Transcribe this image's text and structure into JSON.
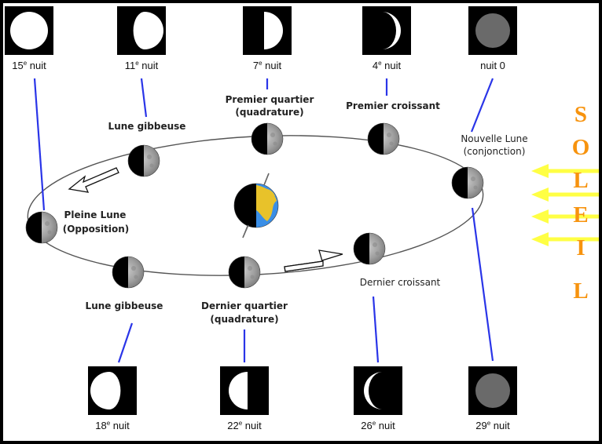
{
  "diagram": {
    "title": "Phases de la Lune",
    "colors": {
      "connector": "#2a35e8",
      "sun_text": "#f7930e",
      "sun_rays": "#ffff44",
      "new_moon_disc": "#6a6a6a",
      "phase_box": "#000000",
      "lit_disc": "#ffffff",
      "orbit": "#555555"
    },
    "sun": {
      "letters": [
        "S",
        "O",
        "L",
        "E",
        "I",
        "L"
      ],
      "ray_count": 4
    },
    "top_phases": [
      {
        "id": "night-15",
        "night_num": "15",
        "suffix": "e",
        "word": " nuit",
        "shape": "full"
      },
      {
        "id": "night-11",
        "night_num": "11",
        "suffix": "e",
        "word": " nuit",
        "shape": "waxing-gibbous"
      },
      {
        "id": "night-7",
        "night_num": "7",
        "suffix": "e",
        "word": " nuit",
        "shape": "first-quarter"
      },
      {
        "id": "night-4",
        "night_num": "4",
        "suffix": "e",
        "word": " nuit",
        "shape": "waxing-crescent"
      },
      {
        "id": "night-0",
        "night_num": "",
        "suffix": "",
        "word": "nuit 0",
        "shape": "new"
      }
    ],
    "bottom_phases": [
      {
        "id": "night-18",
        "night_num": "18",
        "suffix": "e",
        "word": " nuit",
        "shape": "waning-gibbous"
      },
      {
        "id": "night-22",
        "night_num": "22",
        "suffix": "e",
        "word": " nuit",
        "shape": "last-quarter"
      },
      {
        "id": "night-26",
        "night_num": "26",
        "suffix": "e",
        "word": " nuit",
        "shape": "waning-crescent"
      },
      {
        "id": "night-29",
        "night_num": "29",
        "suffix": "e",
        "word": " nuit",
        "shape": "new"
      }
    ],
    "orbit_labels": {
      "lune_gibbeuse_top": "Lune gibbeuse",
      "premier_quartier_1": "Premier quartier",
      "premier_quartier_2": "(quadrature)",
      "premier_croissant": "Premier croissant",
      "nouvelle_lune_1": "Nouvelle Lune",
      "nouvelle_lune_2": "(conjonction)",
      "pleine_lune_1": "Pleine Lune",
      "pleine_lune_2": "(Opposition)",
      "lune_gibbeuse_bottom": "Lune gibbeuse",
      "dernier_quartier_1": "Dernier quartier",
      "dernier_quartier_2": "(quadrature)",
      "dernier_croissant": "Dernier croissant"
    },
    "center_body": "Terre"
  }
}
